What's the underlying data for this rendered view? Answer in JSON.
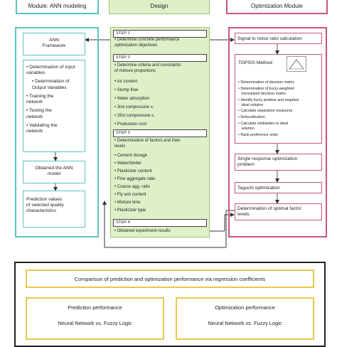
{
  "headers": {
    "ann": "Module: ANN modeling",
    "design": "Design",
    "optimization": "Optimization Module"
  },
  "ann": {
    "framework": "ANN\nFramework",
    "items": [
      "• Determination of input\n   variables",
      "• Determination of\nOutput Variables",
      "• Training the\n   network",
      "• Testing the\n   network",
      "• Validating the\n   network"
    ],
    "obtained": "Obtained the ANN\nmodel",
    "prediction": "Prediction values\nof selected quality\ncharacteristics"
  },
  "design": {
    "steps": [
      {
        "label": "STEP 1",
        "items": [
          "• Determine concrete performance\n   optimization objectives"
        ]
      },
      {
        "label": "STEP 2",
        "items": [
          "• Determine criteria and constraints\n   of mixture proportions",
          "• Air content",
          "• Slump flow",
          "• Water absorption",
          "• 3nd compressive s.",
          "• 28st compressive s.",
          "• Production cost"
        ]
      },
      {
        "label": "STEP 3",
        "items": [
          "• Determination of factors and their\n   levels",
          "• Cement dosage",
          "• Water/binder",
          "• Plasticizer content",
          "• Fine aggregate ratio",
          "• Coarse agg. ratio",
          "• Fly ash content",
          "• Mixture time",
          "• Plasticizer type"
        ]
      },
      {
        "label": "STEP 4",
        "items": [
          "• Obtained experiment results"
        ]
      }
    ]
  },
  "optimization": {
    "signal": "Signal to noise ratio calculation",
    "topsis": "TOPSIS Method",
    "list": [
      "• Determination of decision matrix",
      "• Determination of fuzzy weighted\n   normalized decision matrix",
      "• Identify fuzzy positive and negative\n   ideal solution",
      "• Calculate separation measures",
      "• Defuzzification",
      "• Calculate similarities to ideal\n   solution",
      "• Rank preference order"
    ],
    "single": "Single response optimization\nproblem",
    "taguchi": "Taguchi optimization",
    "optimal": "Determination of optimal factor\nlevels"
  },
  "bottom": {
    "comparison": "Comparison of prediction and optimization performance via regression coefficients",
    "prediction_title": "Prediction performance",
    "prediction_sub": "Neural Network vs. Fuzzy Logic",
    "optimization_title": "Optimization performance",
    "optimization_sub": "Neural Network vs. Fuzzy Logic"
  }
}
